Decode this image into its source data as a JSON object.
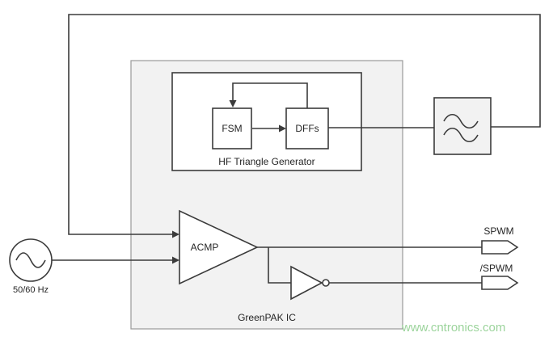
{
  "diagram": {
    "source": {
      "label": "50/60 Hz"
    },
    "greenpak": {
      "label": "GreenPAK IC"
    },
    "triangle_generator": {
      "label": "HF Triangle Generator",
      "fsm_label": "FSM",
      "dffs_label": "DFFs"
    },
    "acmp": {
      "label": "ACMP"
    },
    "outputs": {
      "spwm_label": "SPWM",
      "nspwm_label": "/SPWM"
    },
    "watermark": {
      "text": "www.cntronics.com",
      "color": "#9cd49c"
    },
    "colors": {
      "block_fill": "#f2f2f2",
      "line": "#3b3b3b"
    }
  }
}
